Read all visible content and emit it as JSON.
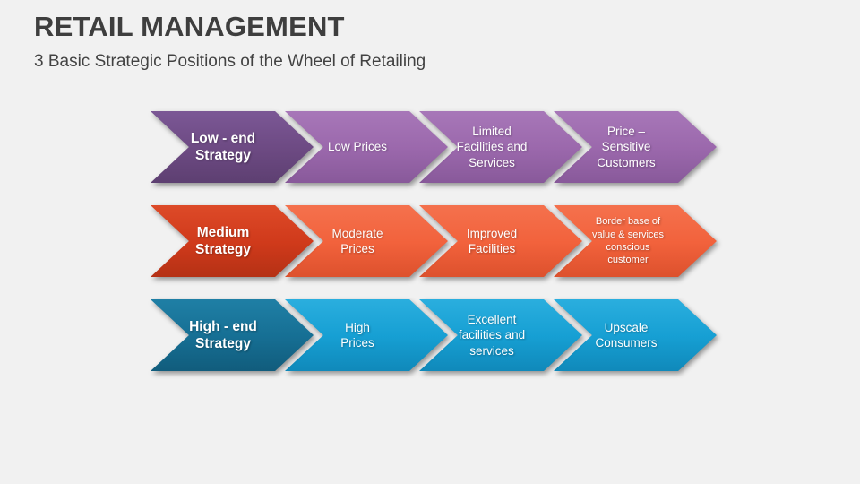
{
  "slide": {
    "title": "RETAIL MANAGEMENT",
    "subtitle": "3 Basic Strategic Positions of the Wheel of Retailing"
  },
  "colors": {
    "background": "#f1f1f1",
    "title_text": "#3e3e3e",
    "label_text": "#ffffff",
    "purple_dark": "#6d4a83",
    "purple_light": "#9b68ac",
    "red_dark": "#d03a1b",
    "orange_light": "#f2623c",
    "teal_dark": "#166f94",
    "blue_light": "#169fd3"
  },
  "rows": [
    {
      "id": "low-end",
      "cells": [
        {
          "label": "Low - end\nStrategy"
        },
        {
          "label": "Low Prices"
        },
        {
          "label": "Limited\nFacilities and\nServices"
        },
        {
          "label": "Price –\nSensitive\nCustomers"
        }
      ]
    },
    {
      "id": "medium",
      "cells": [
        {
          "label": "Medium\nStrategy"
        },
        {
          "label": "Moderate\nPrices"
        },
        {
          "label": "Improved\nFacilities"
        },
        {
          "label": "Border base of\nvalue & services\nconscious\ncustomer"
        }
      ]
    },
    {
      "id": "high-end",
      "cells": [
        {
          "label": "High - end\nStrategy"
        },
        {
          "label": "High\nPrices"
        },
        {
          "label": "Excellent\nfacilities and\nservices"
        },
        {
          "label": "Upscale\nConsumers"
        }
      ]
    }
  ]
}
